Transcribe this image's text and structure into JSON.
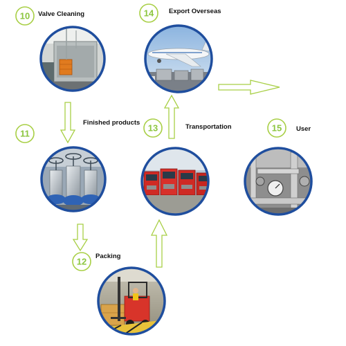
{
  "colors": {
    "accent_green": "#a8cf45",
    "number_text": "#8cc63f",
    "ring_blue": "#1f4e9e",
    "ring_blue_dark": "#173d80",
    "label_text": "#111111",
    "arrow_fill": "#ffffff"
  },
  "steps": [
    {
      "number": "10",
      "label": "Valve Cleaning",
      "photo": "cleaning-tank-photo"
    },
    {
      "number": "11",
      "label": "Finished products",
      "photo": "gate-valves-photo"
    },
    {
      "number": "12",
      "label": "Packing",
      "photo": "forklift-photo"
    },
    {
      "number": "13",
      "label": "Transportation",
      "photo": "red-trucks-photo"
    },
    {
      "number": "14",
      "label": "Export Overseas",
      "photo": "cargo-airplane-photo"
    },
    {
      "number": "15",
      "label": "User",
      "photo": "industrial-pipes-photo"
    }
  ],
  "flow_arrows": [
    {
      "name": "arrow-10-to-11",
      "direction": "down"
    },
    {
      "name": "arrow-11-to-12",
      "direction": "down"
    },
    {
      "name": "arrow-12-to-13",
      "direction": "up"
    },
    {
      "name": "arrow-13-to-14",
      "direction": "up"
    },
    {
      "name": "arrow-14-to-15",
      "direction": "right"
    }
  ]
}
